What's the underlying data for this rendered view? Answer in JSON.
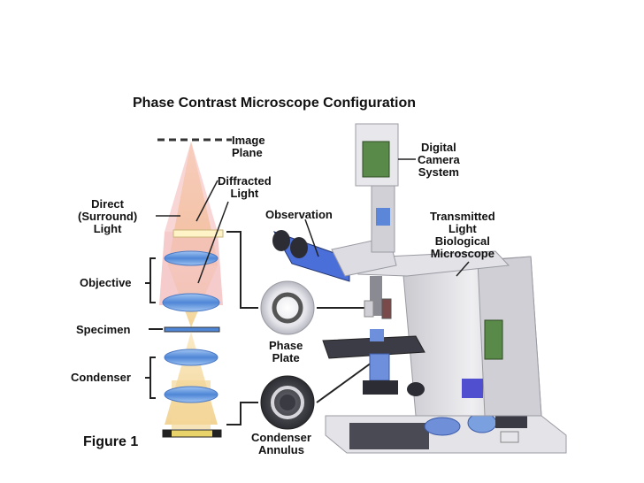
{
  "title": "Phase Contrast Microscope Configuration",
  "figure_label": "Figure 1",
  "labels": {
    "image_plane": [
      "Image",
      "Plane"
    ],
    "diffracted_light": [
      "Diffracted",
      "Light"
    ],
    "direct_light": [
      "Direct",
      "(Surround)",
      "Light"
    ],
    "objective": "Objective",
    "specimen": "Specimen",
    "condenser": "Condenser",
    "observation": "Observation",
    "phase_plate": [
      "Phase",
      "Plate"
    ],
    "condenser_annulus": [
      "Condenser",
      "Annulus"
    ],
    "digital_camera": [
      "Digital",
      "Camera",
      "System"
    ],
    "transmitted_light": [
      "Transmitted",
      "Light",
      "Biological",
      "Microscope"
    ]
  },
  "colors": {
    "light_cone": "#f3d9a0",
    "diffracted_cone": "#f2b9b9",
    "lens_blue": "#5b8fd9",
    "microscope_body": "#d8d8dc",
    "microscope_dark": "#3b3b44",
    "accent_blue": "#4b6fd8"
  }
}
